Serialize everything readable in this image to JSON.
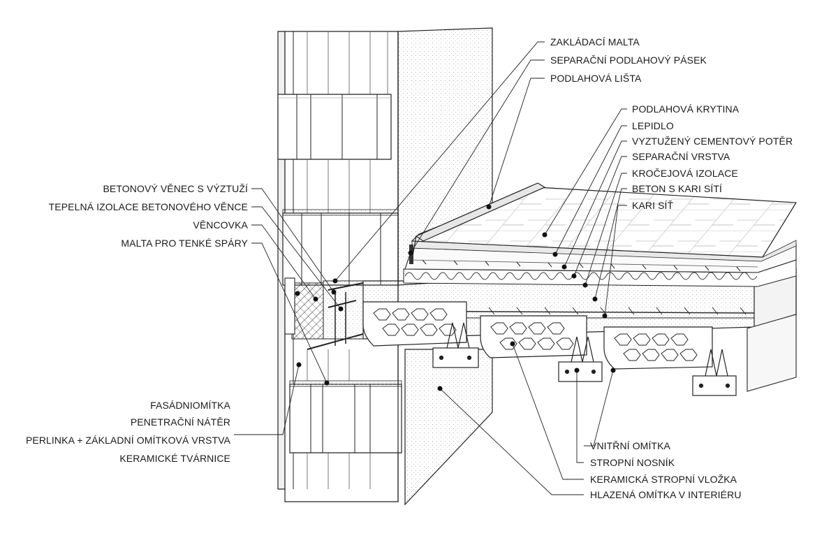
{
  "labels": {
    "zakladaci_malta": "ZAKLÁDACÍ MALTA",
    "separacni_pasek": "SEPARAČNÍ PODLAHOVÝ PÁSEK",
    "podlahova_lista": "PODLAHOVÁ LIŠTA",
    "podlahova_krytina": "PODLAHOVÁ KRYTINA",
    "lepidlo": "LEPIDLO",
    "poter": "VYZTUŽENÝ CEMENTOVÝ POTĚR",
    "separacni_vrstva": "SEPARAČNÍ VRSTVA",
    "krocejova": "KROČEJOVÁ IZOLACE",
    "beton_kari": "BETON S KARI SÍTÍ",
    "kari_sit": "KARI SÍŤ",
    "venec": "BETONOVÝ VĚNEC S VÝZTUŽÍ",
    "tepelna_izolace": "TEPELNÁ IZOLACE BETONOVÉHO VĚNCE",
    "vencovka": "VĚNCOVKA",
    "malta_tenke": "MALTA PRO TENKÉ SPÁRY",
    "fasadni": "FASÁDNIOMÍTKA",
    "penetracni": "PENETRAČNÍ NÁTĚR",
    "perlinka": "PERLINKA + ZÁKLADNÍ OMÍTKOVÁ VRSTVA",
    "keramicke_tvarnice": "KERAMICKÉ TVÁRNICE",
    "vnitrni_omitka": "VNITŘNÍ OMÍTKA",
    "stropni_nosnik": "STROPNÍ NOSNÍK",
    "stropni_vlozka": "KERAMICKÁ STROPNÍ VLOŽKA",
    "hlazena_omitka": "HLAZENÁ OMÍTKA V INTERIÉRU"
  }
}
